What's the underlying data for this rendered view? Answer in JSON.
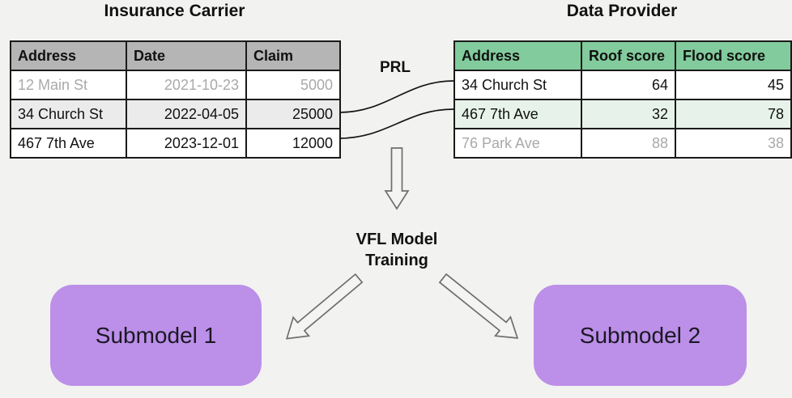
{
  "insurance_carrier": {
    "title": "Insurance Carrier",
    "columns": [
      "Address",
      "Date",
      "Claim"
    ],
    "rows": [
      {
        "address": "12 Main St",
        "date": "2021-10-23",
        "claim": "5000",
        "state": "faded"
      },
      {
        "address": "34 Church St",
        "date": "2022-04-05",
        "claim": "25000",
        "state": "matched"
      },
      {
        "address": "467 7th Ave",
        "date": "2023-12-01",
        "claim": "12000",
        "state": "matched"
      }
    ]
  },
  "data_provider": {
    "title": "Data Provider",
    "columns": [
      "Address",
      "Roof score",
      "Flood score"
    ],
    "rows": [
      {
        "address": "34 Church St",
        "roof_score": "64",
        "flood_score": "45",
        "state": "matched"
      },
      {
        "address": "467 7th Ave",
        "roof_score": "32",
        "flood_score": "78",
        "state": "matched"
      },
      {
        "address": "76 Park Ave",
        "roof_score": "88",
        "flood_score": "38",
        "state": "faded"
      }
    ]
  },
  "labels": {
    "prl": "PRL",
    "vfl_line1": "VFL Model",
    "vfl_line2": "Training",
    "submodel1": "Submodel 1",
    "submodel2": "Submodel 2"
  },
  "matches": [
    {
      "left_row": "34 Church St / 2022-04-05 / 25000",
      "right_row": "34 Church St / 64 / 45"
    },
    {
      "left_row": "467 7th Ave / 2023-12-01 / 12000",
      "right_row": "467 7th Ave / 32 / 78"
    }
  ],
  "colors": {
    "background": "#f2f2f0",
    "carrier_header_gray": "#b5b5b5",
    "provider_header_green": "#82cb9d",
    "matched_row_gray": "#ebebeb",
    "matched_row_green": "#e7f3ea",
    "faded_text_gray": "#a9a9a9",
    "submodel_purple": "#bc8fe8",
    "table_border": "#1a1a1a",
    "arrow_outline": "#6e6e6e"
  }
}
